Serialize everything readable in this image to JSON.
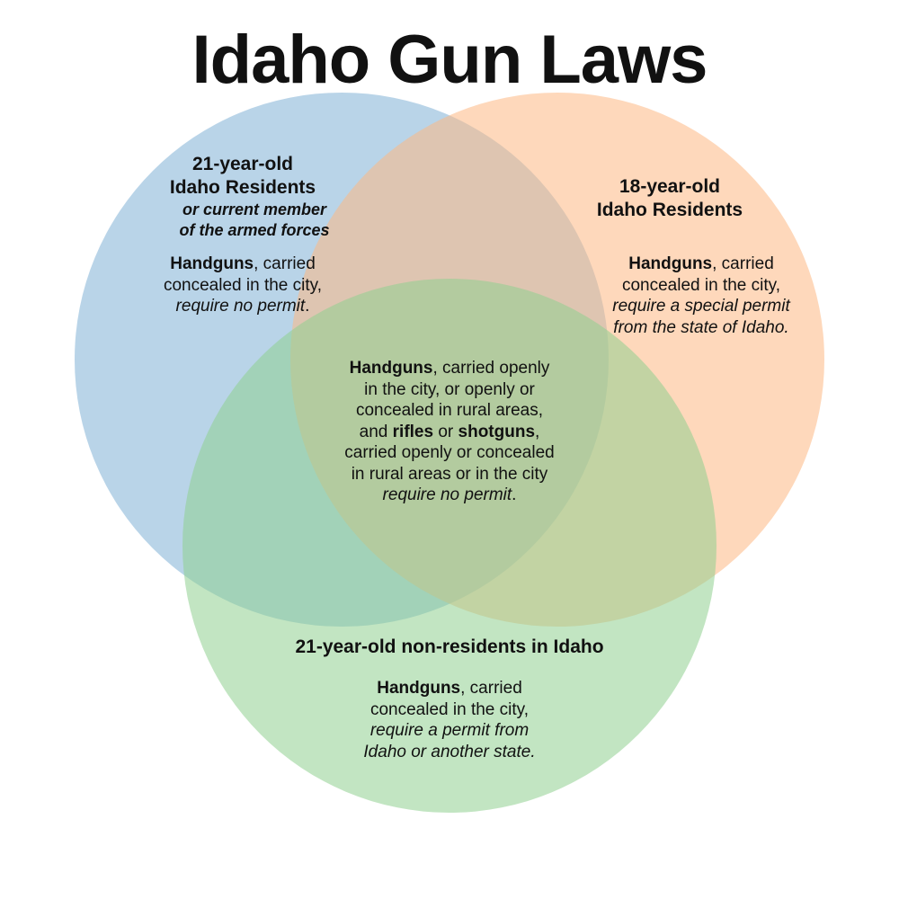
{
  "title": "Idaho Gun Laws",
  "colors": {
    "circle_left": "#7fb0d6",
    "circle_right": "#fdb883",
    "circle_bottom": "#8fd08f"
  },
  "regions": {
    "left": {
      "header_line1": "21-year-old",
      "header_line2": "Idaho Residents",
      "subheader_line1": "or current member",
      "subheader_line2": "of the armed forces",
      "body_bold": "Handguns",
      "body_line1_rest": ", carried",
      "body_line2": "concealed in the city,",
      "body_line3_italic": "require no permit",
      "body_line3_end": "."
    },
    "right": {
      "header_line1": "18-year-old",
      "header_line2": "Idaho Residents",
      "body_bold": "Handguns",
      "body_line1_rest": ", carried",
      "body_line2": "concealed in the city,",
      "body_line3_italic": "require a special permit",
      "body_line4_italic": "from the state of Idaho."
    },
    "bottom": {
      "header": "21-year-old non-residents in Idaho",
      "body_bold": "Handguns",
      "body_line1_rest": ", carried",
      "body_line2": "concealed in the city,",
      "body_line3_italic": "require a permit from",
      "body_line4_italic": "Idaho or another state."
    },
    "center": {
      "bold1": "Handguns",
      "line1_rest": ", carried openly",
      "line2": "in the city, or openly or",
      "line3": "concealed in rural areas,",
      "line4_a": "and ",
      "line4_bold1": "rifles",
      "line4_b": " or ",
      "line4_bold2": "shotguns",
      "line4_c": ",",
      "line5": "carried openly or concealed",
      "line6": "in rural areas or in the city",
      "line7_italic": "require no permit",
      "line7_end": "."
    }
  }
}
